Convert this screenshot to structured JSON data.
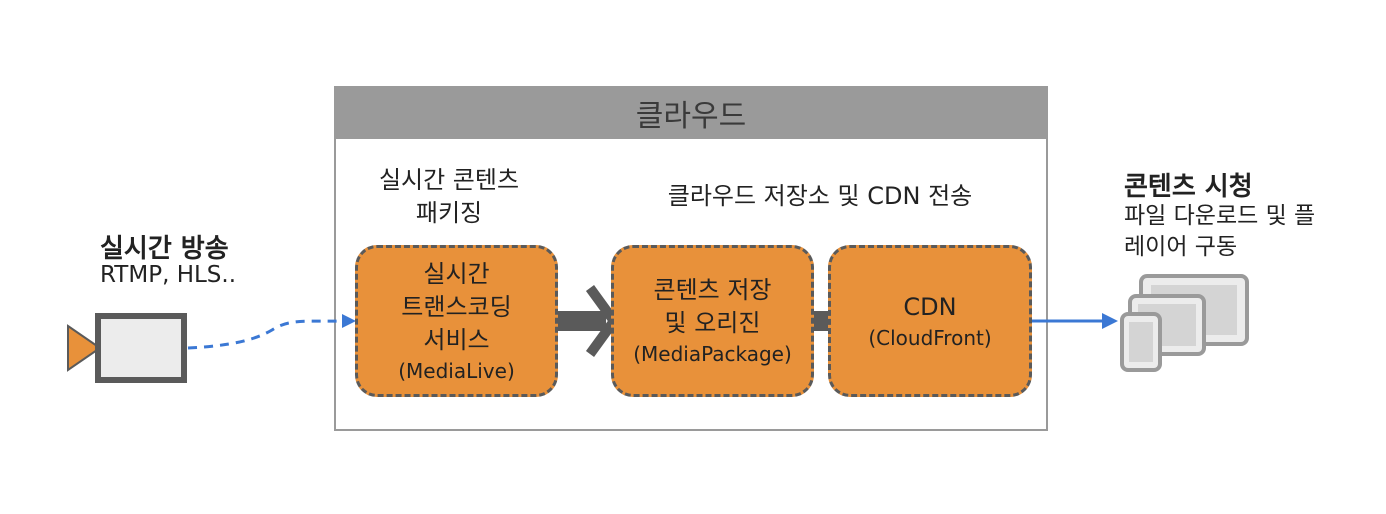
{
  "source": {
    "title": "실시간 방송",
    "protocols": "RTMP, HLS..",
    "icon": "video-camera-icon"
  },
  "cloud": {
    "header": "클라우드",
    "packaging_label_line1": "실시간 콘텐츠",
    "packaging_label_line2": "패키징",
    "storage_label": "클라우드 저장소 및 CDN 전송",
    "medialive": {
      "line1": "실시간",
      "line2": "트랜스코딩",
      "line3": "서비스",
      "service": "(MediaLive)"
    },
    "mediapackage": {
      "line1": "콘텐츠 저장",
      "line2": "및 오리진",
      "service": "(MediaPackage)"
    },
    "cdn": {
      "line1": "CDN",
      "service": "(CloudFront)"
    }
  },
  "viewing": {
    "title": "콘텐츠 시청",
    "desc_line1": "파일 다운로드 및 플",
    "desc_line2": "레이어 구동",
    "icon": "devices-icon"
  },
  "colors": {
    "box_fill": "#e8913a",
    "box_border": "#5a5a5a",
    "cloud_header": "#9a9a9a",
    "arrow_blue": "#3b78d4",
    "connector": "#5a5a5a"
  }
}
